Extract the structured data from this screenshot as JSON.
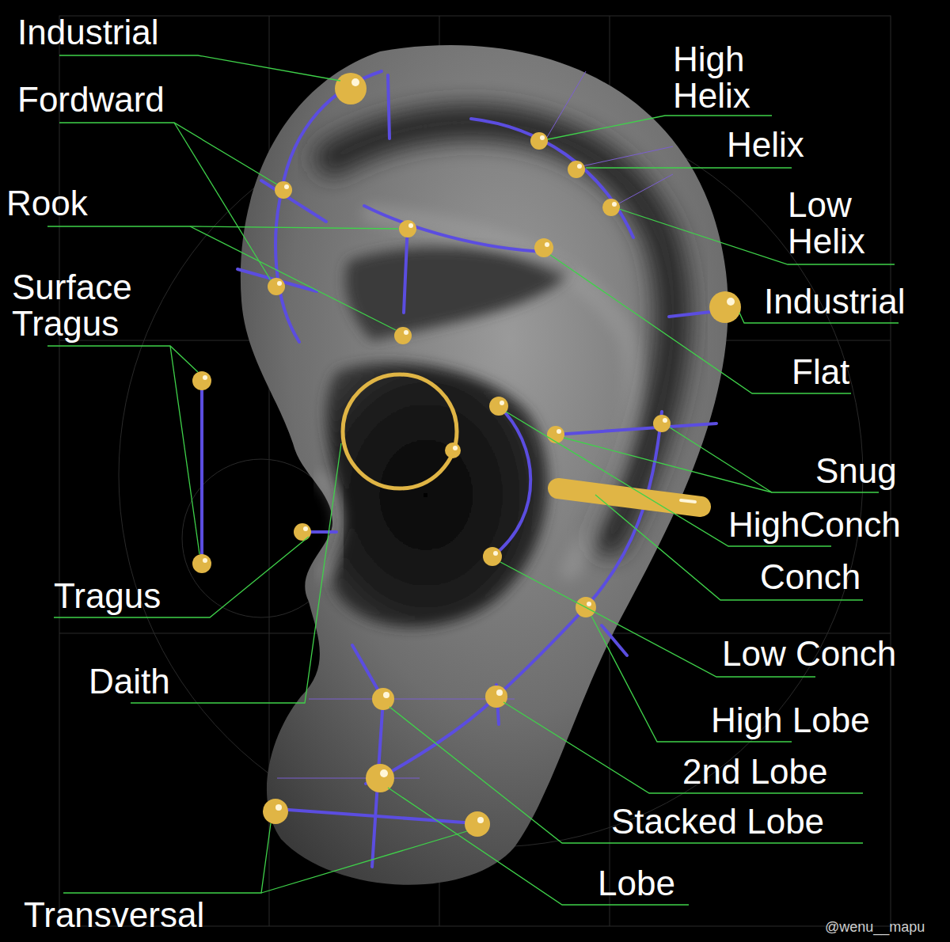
{
  "diagram": {
    "labels": [
      "Industrial",
      "Fordward",
      "High Helix",
      "Helix",
      "Rook",
      "Low Helix",
      "Surface Tragus",
      "Industrial",
      "Flat",
      "Snug",
      "HighConch",
      "Conch",
      "Tragus",
      "Low Conch",
      "Daith",
      "High Lobe",
      "2nd Lobe",
      "Stacked Lobe",
      "Lobe",
      "Transversal",
      "@wenu__mapu"
    ]
  }
}
